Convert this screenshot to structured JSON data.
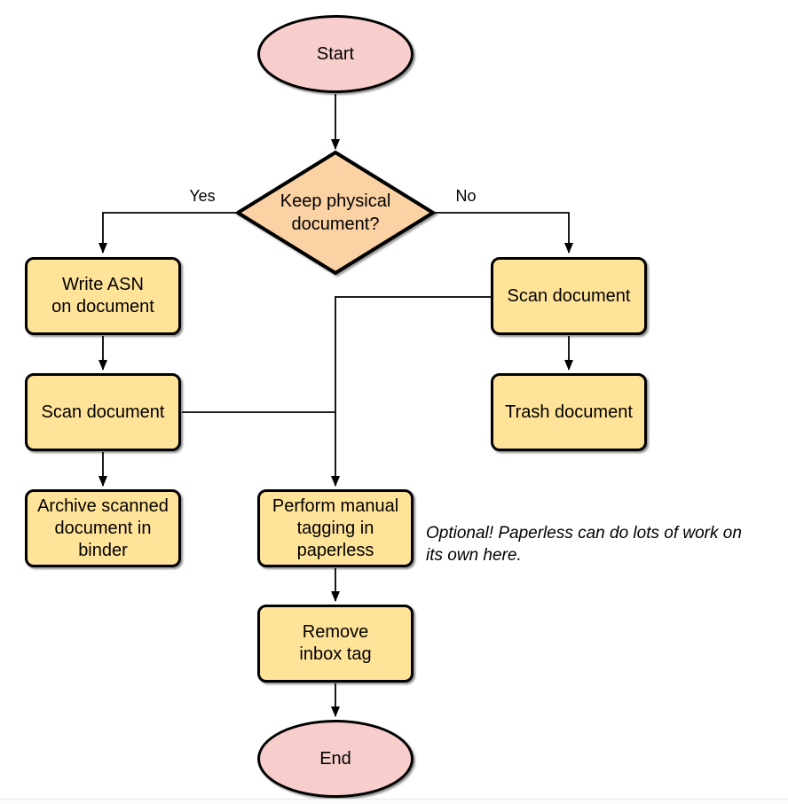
{
  "colors": {
    "canvas_bg": "#ffffff",
    "terminal_fill": "#f8cecc",
    "decision_fill": "#fbd2a4",
    "process_fill": "#ffe399",
    "stroke": "#000000"
  },
  "nodes": {
    "start": {
      "label": "Start",
      "type": "terminal"
    },
    "decision": {
      "label": "Keep physical\ndocument?",
      "type": "decision"
    },
    "write_asn": {
      "label": "Write ASN\non document",
      "type": "process"
    },
    "scan_left": {
      "label": "Scan document",
      "type": "process"
    },
    "archive": {
      "label": "Archive scanned\ndocument in\nbinder",
      "type": "process"
    },
    "scan_right": {
      "label": "Scan document",
      "type": "process"
    },
    "trash": {
      "label": "Trash document",
      "type": "process"
    },
    "tagging": {
      "label": "Perform manual\ntagging in\npaperless",
      "type": "process"
    },
    "remove_inbox": {
      "label": "Remove\ninbox tag",
      "type": "process"
    },
    "end": {
      "label": "End",
      "type": "terminal"
    }
  },
  "edge_labels": {
    "yes": "Yes",
    "no": "No"
  },
  "annotation": {
    "text": "Optional! Paperless can do lots of work on\nits own here."
  }
}
